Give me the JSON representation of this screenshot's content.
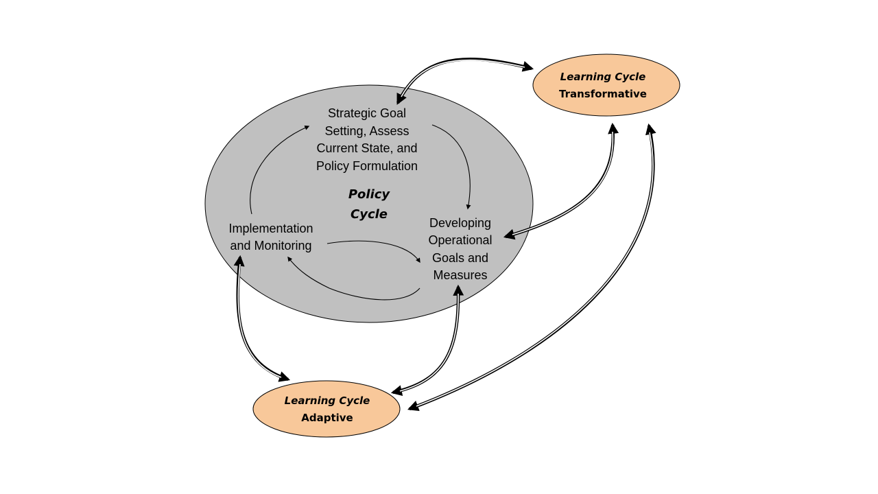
{
  "policy_cycle": {
    "title_line1": "Policy",
    "title_line2": "Cycle",
    "fill_color": "#c0c0c0",
    "stages": {
      "strategic": [
        "Strategic Goal",
        "Setting, Assess",
        "Current State, and",
        "Policy Formulation"
      ],
      "developing": [
        "Developing",
        "Operational",
        "Goals and",
        "Measures"
      ],
      "implementation": [
        "Implementation",
        "and Monitoring"
      ]
    }
  },
  "learning_cycles": {
    "transformative": {
      "line1": "Learning Cycle",
      "line2": "Transformative"
    },
    "adaptive": {
      "line1": "Learning Cycle",
      "line2": "Adaptive"
    },
    "fill_color": "#f8c89a"
  }
}
